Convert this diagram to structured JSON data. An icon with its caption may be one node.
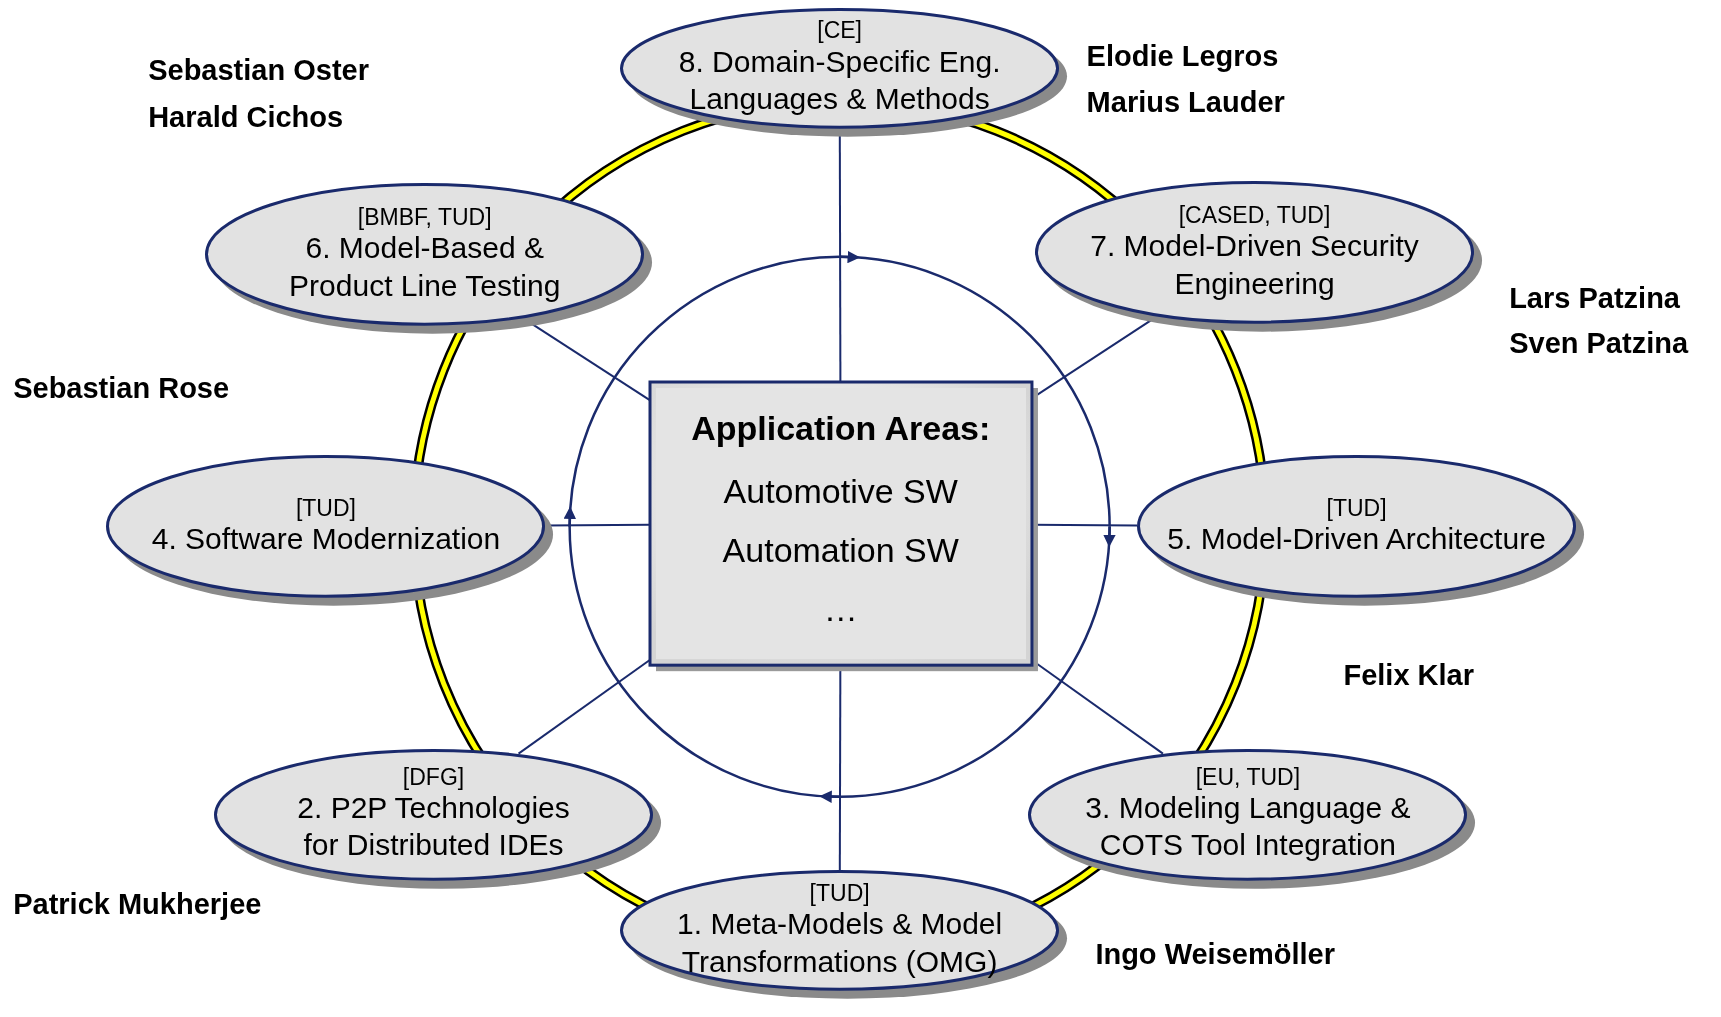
{
  "diagram": {
    "nodes": [
      {
        "text": [
          "[CE]",
          "8. Domain-Specific Eng. Languages & Methods"
        ]
      },
      {
        "text": [
          "[BMBF, TUD]",
          "6. Model-Based & Product Line Testing"
        ]
      },
      {
        "text": [
          "[CASED, TUD]",
          "7. Model-Driven Security Engineering"
        ]
      },
      {
        "text": [
          "[TUD]",
          "4. Software Modernization"
        ]
      },
      {
        "text": [
          "Application Areas:",
          "Automotive SW",
          "Automation SW",
          "…"
        ]
      },
      {
        "text": [
          "[TUD]",
          "5. Model-Driven Architecture"
        ]
      },
      {
        "text": [
          "[DFG]",
          "2. P2P Technologies for Distributed IDEs"
        ]
      },
      {
        "text": [
          "[EU, TUD]",
          "3. Modeling Language & COTS Tool Integration"
        ]
      },
      {
        "text": [
          "[TUD]",
          "1. Meta-Models & Model Transformations (OMG)"
        ]
      }
    ],
    "edges": [
      {
        "from": 4,
        "to": 0,
        "arrow": "none"
      },
      {
        "from": 4,
        "to": 1,
        "arrow": "none"
      },
      {
        "from": 4,
        "to": 2,
        "arrow": "none"
      },
      {
        "from": 4,
        "to": 3,
        "arrow": "none"
      },
      {
        "from": 4,
        "to": 5,
        "arrow": "none"
      },
      {
        "from": 4,
        "to": 6,
        "arrow": "none"
      },
      {
        "from": 4,
        "to": 7,
        "arrow": "none"
      },
      {
        "from": 4,
        "to": 8,
        "arrow": "none"
      }
    ],
    "labels": [
      "Sebastian Oster",
      "Harald Cichos",
      "Elodie Legros",
      "Marius Lauder",
      "Lars Patzina",
      "Sven Patzina",
      "Sebastian Rose",
      "Felix Klar",
      "Patrick Mukherjee",
      "Ingo Weisemöller"
    ]
  }
}
